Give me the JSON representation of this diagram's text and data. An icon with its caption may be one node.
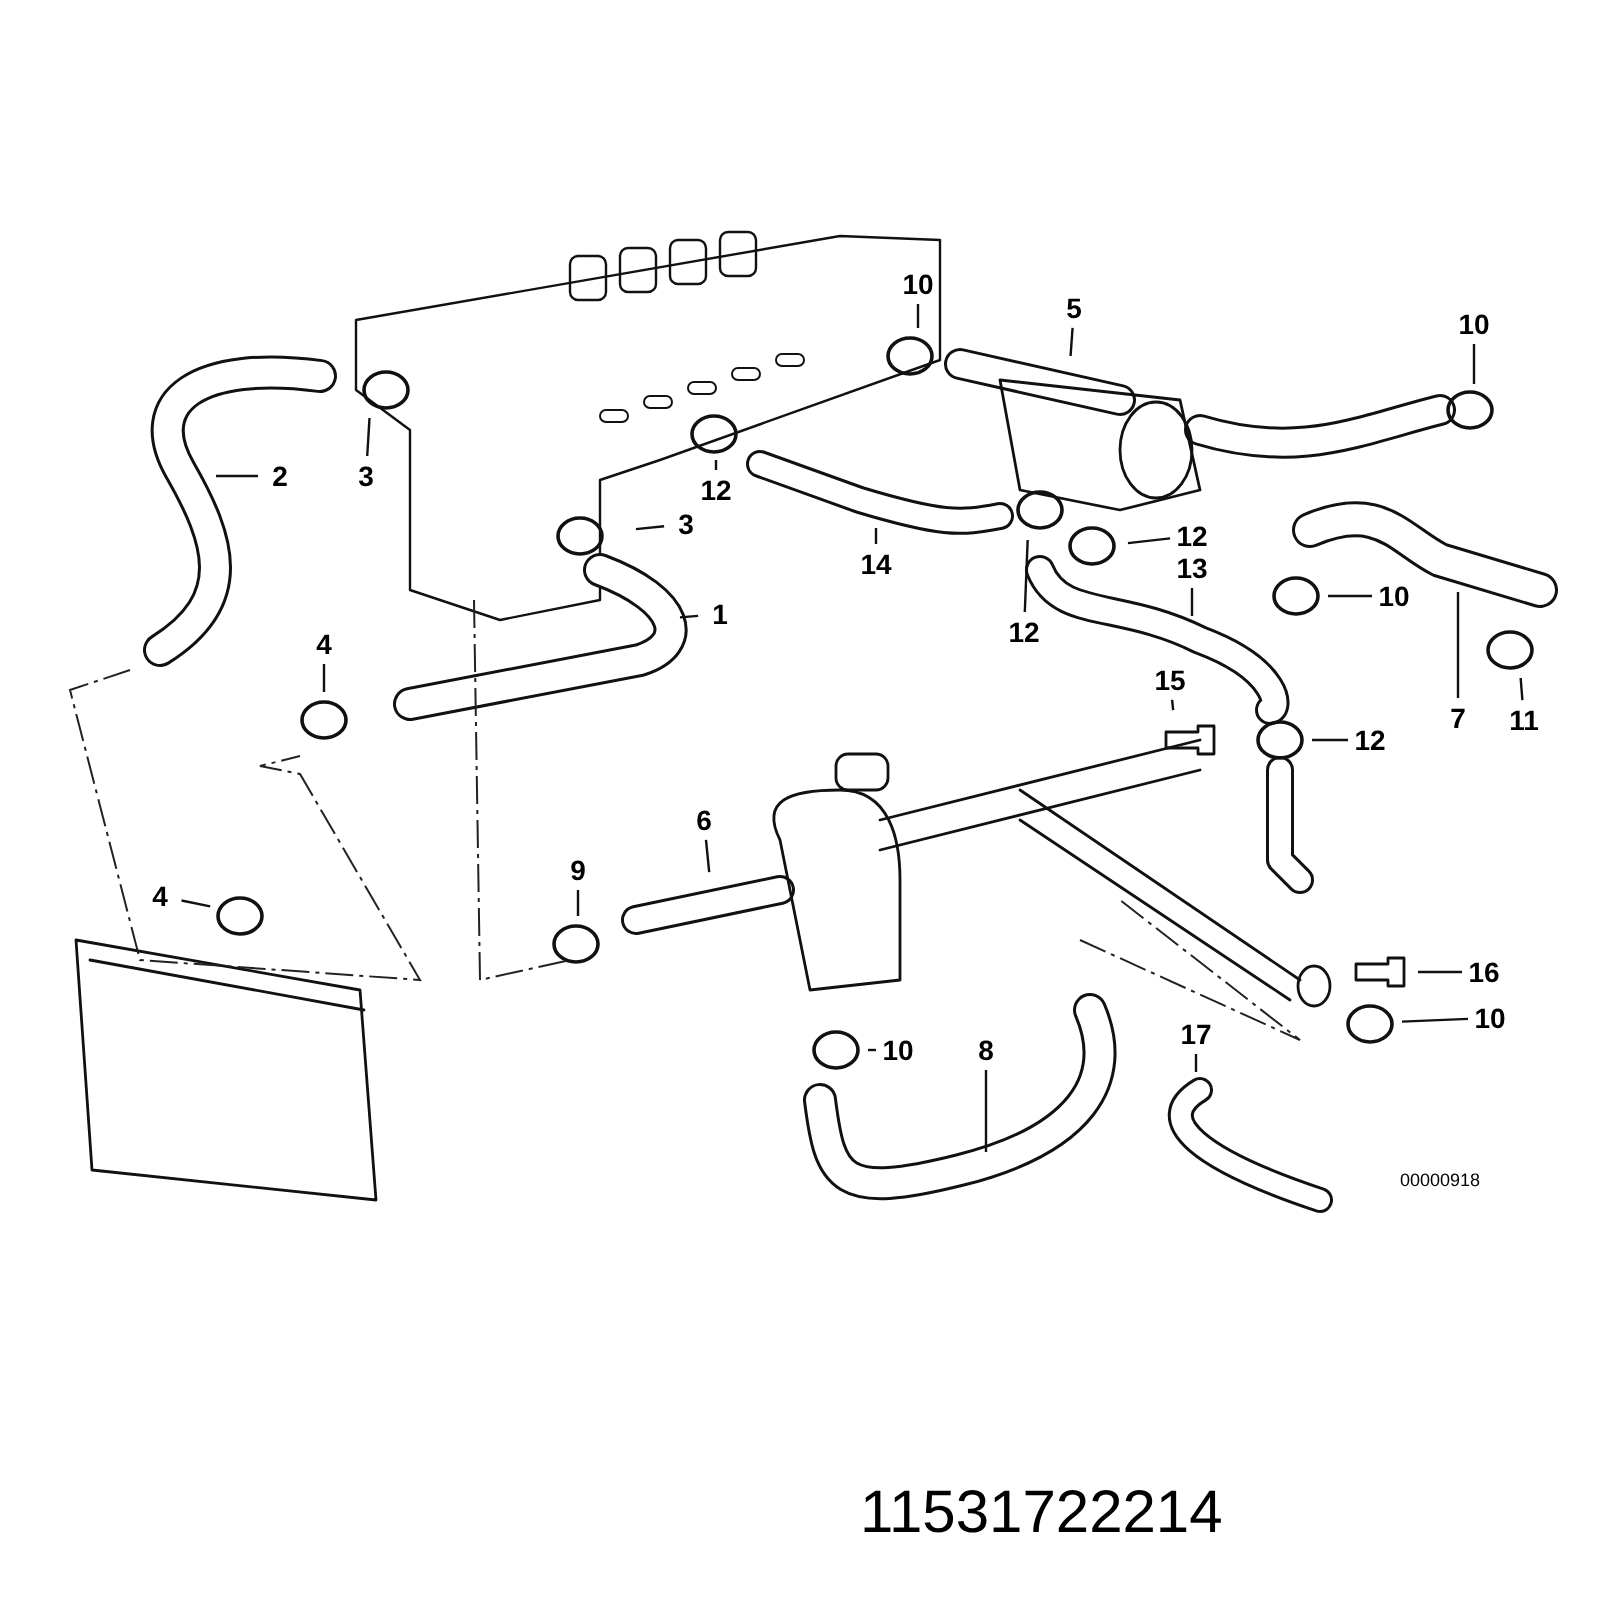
{
  "diagram": {
    "nodes": [
      {
        "text": [
          "10"
        ]
      },
      {
        "text": [
          "5"
        ]
      },
      {
        "text": [
          "10"
        ]
      },
      {
        "text": [
          "2"
        ]
      },
      {
        "text": [
          "3"
        ]
      },
      {
        "text": [
          "12"
        ]
      },
      {
        "text": [
          "3"
        ]
      },
      {
        "text": [
          "14"
        ]
      },
      {
        "text": [
          "12"
        ]
      },
      {
        "text": [
          "12"
        ]
      },
      {
        "text": [
          "13"
        ]
      },
      {
        "text": [
          "10"
        ]
      },
      {
        "text": [
          "1"
        ]
      },
      {
        "text": [
          "4"
        ]
      },
      {
        "text": [
          "12"
        ]
      },
      {
        "text": [
          "15"
        ]
      },
      {
        "text": [
          "7"
        ]
      },
      {
        "text": [
          "11"
        ]
      },
      {
        "text": [
          "6"
        ]
      },
      {
        "text": [
          "9"
        ]
      },
      {
        "text": [
          "4"
        ]
      },
      {
        "text": [
          "16"
        ]
      },
      {
        "text": [
          "10"
        ]
      },
      {
        "text": [
          "10"
        ]
      },
      {
        "text": [
          "8"
        ]
      },
      {
        "text": [
          "17"
        ]
      }
    ],
    "edges": [
      {
        "from": 0,
        "to": null,
        "arrow": "none"
      },
      {
        "from": 1,
        "to": null,
        "arrow": "none"
      },
      {
        "from": 2,
        "to": null,
        "arrow": "none"
      },
      {
        "from": 3,
        "to": null,
        "arrow": "none"
      },
      {
        "from": 4,
        "to": null,
        "arrow": "none"
      },
      {
        "from": 5,
        "to": null,
        "arrow": "none"
      },
      {
        "from": 6,
        "to": null,
        "arrow": "none"
      },
      {
        "from": 7,
        "to": null,
        "arrow": "none"
      },
      {
        "from": 8,
        "to": null,
        "arrow": "none"
      },
      {
        "from": 9,
        "to": null,
        "arrow": "none"
      },
      {
        "from": 10,
        "to": null,
        "arrow": "none"
      },
      {
        "from": 11,
        "to": null,
        "arrow": "none"
      },
      {
        "from": 12,
        "to": null,
        "arrow": "none"
      },
      {
        "from": 13,
        "to": null,
        "arrow": "none"
      },
      {
        "from": 14,
        "to": null,
        "arrow": "none"
      },
      {
        "from": 15,
        "to": null,
        "arrow": "none"
      },
      {
        "from": 16,
        "to": null,
        "arrow": "none"
      },
      {
        "from": 17,
        "to": null,
        "arrow": "none"
      },
      {
        "from": 18,
        "to": null,
        "arrow": "none"
      },
      {
        "from": 19,
        "to": null,
        "arrow": "none"
      },
      {
        "from": 20,
        "to": null,
        "arrow": "none"
      },
      {
        "from": 21,
        "to": null,
        "arrow": "none"
      },
      {
        "from": 22,
        "to": null,
        "arrow": "none"
      },
      {
        "from": 23,
        "to": null,
        "arrow": "none"
      },
      {
        "from": 24,
        "to": null,
        "arrow": "none"
      },
      {
        "from": 25,
        "to": null,
        "arrow": "none"
      }
    ],
    "labels": [
      "00000918",
      "11531722214"
    ]
  }
}
